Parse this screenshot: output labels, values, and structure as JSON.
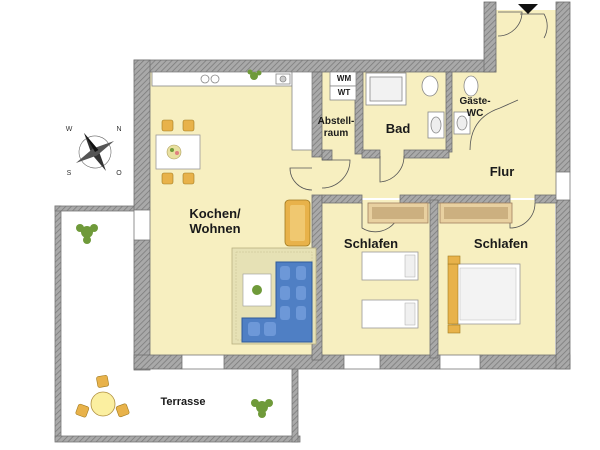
{
  "rooms": {
    "kochen_wohnen": [
      "Kochen/",
      "Wohnen"
    ],
    "schlafen_1": "Schlafen",
    "schlafen_2": "Schlafen",
    "bad": "Bad",
    "flur": "Flur",
    "abstellraum": [
      "Abstell-",
      "raum"
    ],
    "gaeste_wc": [
      "Gäste-",
      "WC"
    ],
    "terrasse": "Terrasse"
  },
  "fixtures": {
    "wm": "WM",
    "wt": "WT"
  },
  "compass": {
    "n": "N",
    "e": "O",
    "s": "S",
    "w": "W"
  },
  "colors": {
    "floor": "#f7efc0",
    "wall": "#8c8c8c",
    "furniture_sofa": "#4f7fc4",
    "furniture_wood": "#e8b24a",
    "rug": "#e6e1b5",
    "plant": "#6f9a3a",
    "terrace_border": "#8c8c8c"
  }
}
